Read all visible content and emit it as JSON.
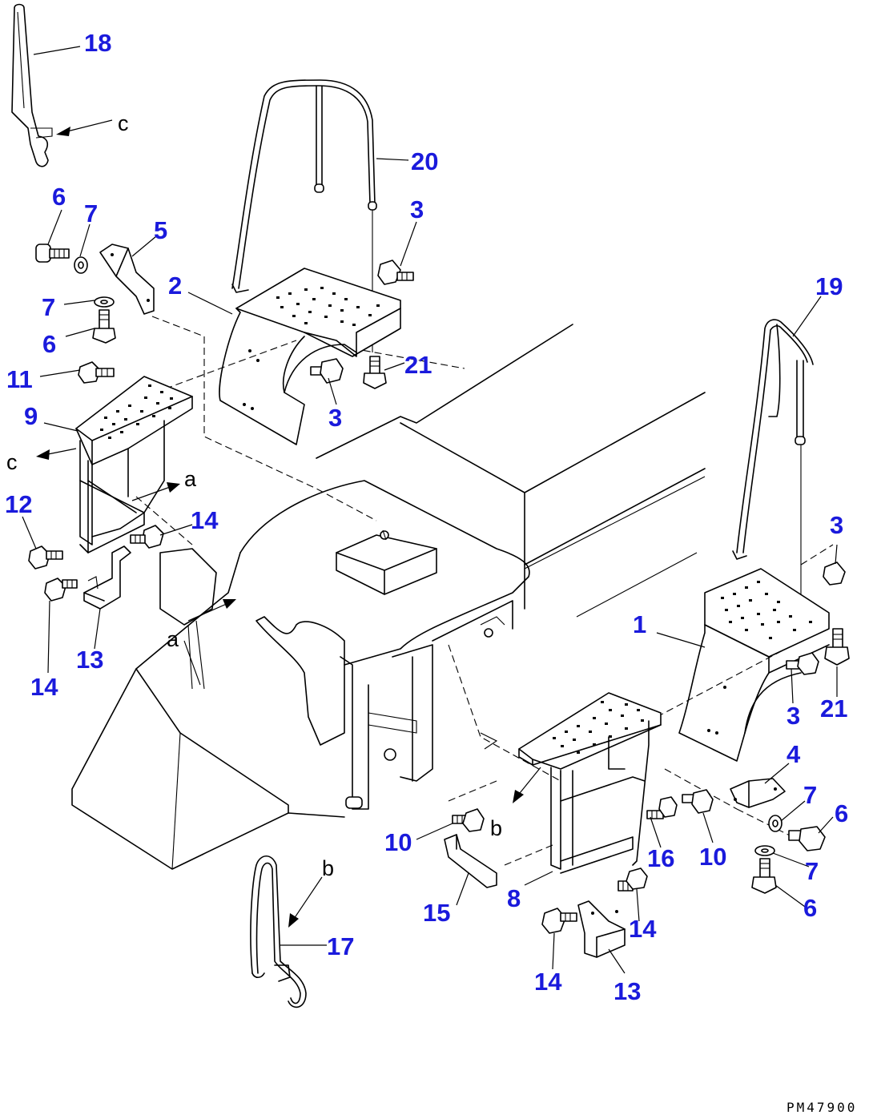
{
  "diagram": {
    "drawing_code": "PM47900",
    "callouts": [
      {
        "id": "c18",
        "text": "18"
      },
      {
        "id": "c20",
        "text": "20"
      },
      {
        "id": "c6a",
        "text": "6"
      },
      {
        "id": "c7a",
        "text": "7"
      },
      {
        "id": "c5",
        "text": "5"
      },
      {
        "id": "c3a",
        "text": "3"
      },
      {
        "id": "c2",
        "text": "2"
      },
      {
        "id": "c7b",
        "text": "7"
      },
      {
        "id": "c19",
        "text": "19"
      },
      {
        "id": "c6b",
        "text": "6"
      },
      {
        "id": "c11",
        "text": "11"
      },
      {
        "id": "c21a",
        "text": "21"
      },
      {
        "id": "c9",
        "text": "9"
      },
      {
        "id": "c3b",
        "text": "3"
      },
      {
        "id": "c12",
        "text": "12"
      },
      {
        "id": "c14a",
        "text": "14"
      },
      {
        "id": "c3c",
        "text": "3"
      },
      {
        "id": "c1",
        "text": "1"
      },
      {
        "id": "c13a",
        "text": "13"
      },
      {
        "id": "c14b",
        "text": "14"
      },
      {
        "id": "c3d",
        "text": "3"
      },
      {
        "id": "c21b",
        "text": "21"
      },
      {
        "id": "c4",
        "text": "4"
      },
      {
        "id": "c7c",
        "text": "7"
      },
      {
        "id": "c6c",
        "text": "6"
      },
      {
        "id": "c10a",
        "text": "10"
      },
      {
        "id": "c16",
        "text": "16"
      },
      {
        "id": "c10b",
        "text": "10"
      },
      {
        "id": "c7d",
        "text": "7"
      },
      {
        "id": "c15",
        "text": "15"
      },
      {
        "id": "c8",
        "text": "8"
      },
      {
        "id": "c6d",
        "text": "6"
      },
      {
        "id": "c14c",
        "text": "14"
      },
      {
        "id": "c17",
        "text": "17"
      },
      {
        "id": "c14d",
        "text": "14"
      },
      {
        "id": "c13b",
        "text": "13"
      }
    ],
    "view_refs": [
      {
        "id": "rc1",
        "text": "c"
      },
      {
        "id": "rc2",
        "text": "c"
      },
      {
        "id": "ra1",
        "text": "a"
      },
      {
        "id": "ra2",
        "text": "a"
      },
      {
        "id": "rb1",
        "text": "b"
      },
      {
        "id": "rb2",
        "text": "b"
      }
    ]
  }
}
